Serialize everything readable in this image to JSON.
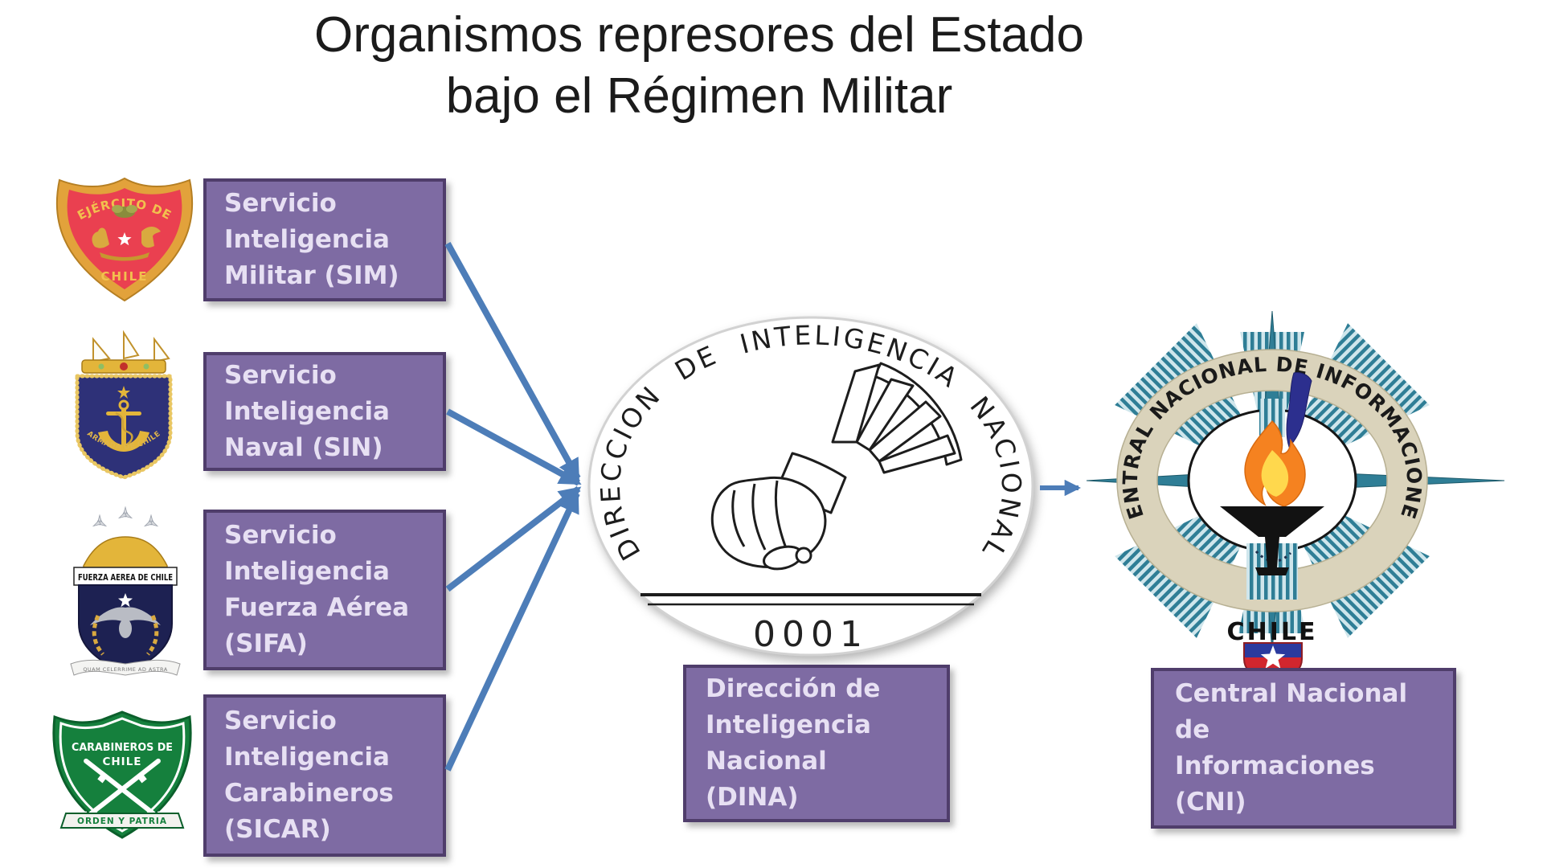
{
  "slide": {
    "title_line1": "Organismos represores del Estado",
    "title_line2": "bajo el Régimen Militar"
  },
  "services": [
    {
      "lines": [
        "Servicio",
        "Inteligencia",
        "Militar (SIM)"
      ]
    },
    {
      "lines": [
        "Servicio",
        "Inteligencia",
        "Naval (SIN)"
      ]
    },
    {
      "lines": [
        "Servicio",
        "Inteligencia",
        "Fuerza Aérea",
        "(SIFA)"
      ]
    },
    {
      "lines": [
        "Servicio",
        "Inteligencia",
        "Carabineros",
        "(SICAR)"
      ]
    }
  ],
  "emblems": {
    "ejercito": {
      "top": "EJÉRCITO DE",
      "bottom": "CHILE"
    },
    "armada": {
      "arc": "ARMADA DE CHILE"
    },
    "fach": {
      "banner": "FUERZA AEREA DE CHILE",
      "motto": "QUAM CELERRIME AD ASTRA"
    },
    "carabineros": {
      "line1": "CARABINEROS DE",
      "line2": "CHILE",
      "banner": "ORDEN Y PATRIA"
    }
  },
  "dina": {
    "seal_arc": "DIRECCION DE INTELIGENCIA NACIONAL",
    "seal_number": "0001",
    "box_lines": [
      "Dirección de",
      "Inteligencia",
      "Nacional",
      "(DINA)"
    ]
  },
  "cni": {
    "ring_arc": "CENTRAL NACIONAL DE INFORMACIONES",
    "country": "CHILE",
    "box_lines": [
      "Central Nacional",
      "de",
      "Informaciones",
      "(CNI)"
    ]
  },
  "colors": {
    "box_fill": "#7e6ba3",
    "box_border": "#4f3d6b",
    "box_text": "#e7e0f3",
    "arrow_blue": "#4d7db8",
    "title_text": "#1b1b1b",
    "seal_ink": "#1d1d1d",
    "cni_ring_beige": "#dad3bb",
    "cni_teal": "#2f7e96",
    "flame_orange": "#f58220",
    "flame_yellow": "#ffd84d"
  }
}
